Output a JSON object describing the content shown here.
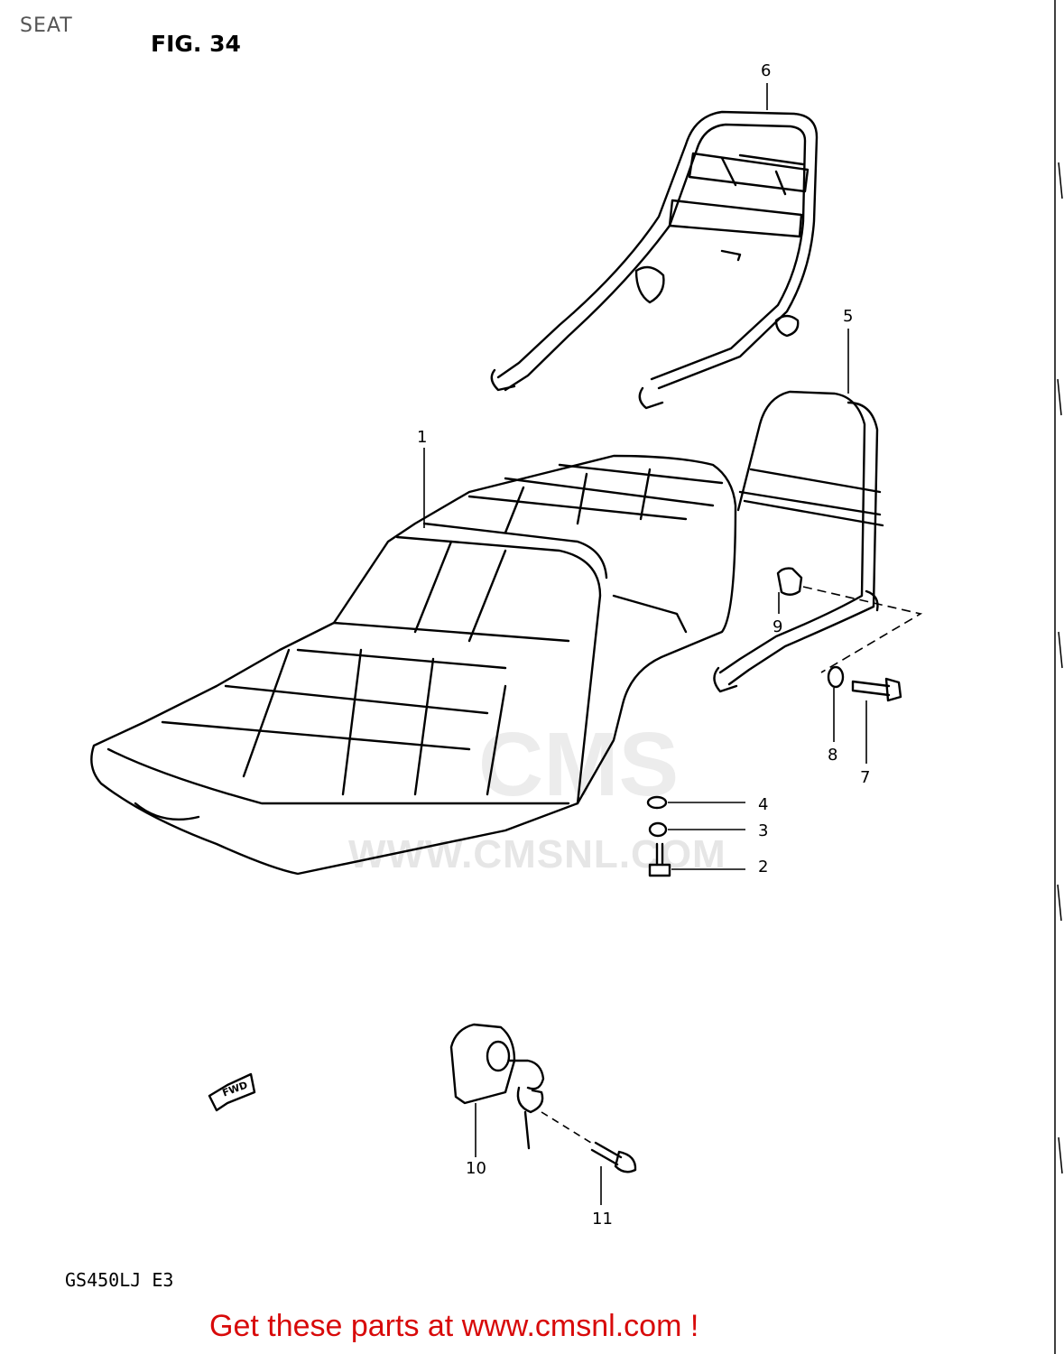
{
  "header": {
    "page_label": "SEAT",
    "figure": "FIG. 34"
  },
  "callouts": [
    {
      "id": "1",
      "text": "1"
    },
    {
      "id": "2",
      "text": "2"
    },
    {
      "id": "3",
      "text": "3"
    },
    {
      "id": "4",
      "text": "4"
    },
    {
      "id": "5",
      "text": "5"
    },
    {
      "id": "6",
      "text": "6"
    },
    {
      "id": "7",
      "text": "7"
    },
    {
      "id": "8",
      "text": "8"
    },
    {
      "id": "9",
      "text": "9"
    },
    {
      "id": "10",
      "text": "10"
    },
    {
      "id": "11",
      "text": "11"
    }
  ],
  "fwd_label": "FWD",
  "model_code": "GS450LJ  E3",
  "watermark": {
    "logo": "CMS",
    "url": "WWW.CMSNL.COM"
  },
  "footer": {
    "link_text": "Get these parts at www.cmsnl.com !",
    "color": "#d80a0a"
  },
  "colors": {
    "line": "#000000",
    "watermark": "#e6e6e6"
  }
}
